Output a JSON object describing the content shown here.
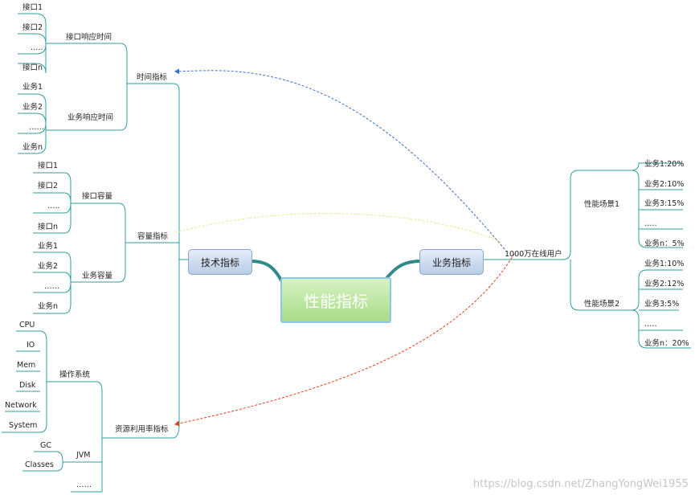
{
  "center": "性能指标",
  "tech": {
    "label": "技术指标",
    "time": {
      "label": "时间指标",
      "api": {
        "label": "接口响应时间",
        "items": [
          "接口1",
          "接口2",
          "…..",
          "接口n"
        ]
      },
      "biz": {
        "label": "业务响应时间",
        "items": [
          "业务1",
          "业务2",
          "……",
          "业务n"
        ]
      }
    },
    "capacity": {
      "label": "容量指标",
      "api": {
        "label": "接口容量",
        "items": [
          "接口1",
          "接口2",
          "…..",
          "接口n"
        ]
      },
      "biz": {
        "label": "业务容量",
        "items": [
          "业务1",
          "业务2",
          "……",
          "业务n"
        ]
      }
    },
    "resource": {
      "label": "资源利用率指标",
      "os": {
        "label": "操作系统",
        "items": [
          "CPU",
          "IO",
          "Mem",
          "Disk",
          "Network",
          "System"
        ]
      },
      "jvm": {
        "label": "JVM",
        "items": [
          "GC",
          "Classes"
        ]
      },
      "more": "……"
    }
  },
  "business": {
    "label": "业务指标",
    "users": "1000万在线用户",
    "scene1": {
      "label": "性能场景1",
      "items": [
        "业务1:20%",
        "业务2:10%",
        "业务3:15%",
        "…..",
        "业务n：5%"
      ]
    },
    "scene2": {
      "label": "性能场景2",
      "items": [
        "业务1:10%",
        "业务2:12%",
        "业务3:5%",
        "…..",
        "业务n：20%"
      ]
    }
  },
  "watermark": "https://blog.csdn.net/ZhangYongWei1955",
  "colors": {
    "line": "#2f9e9e",
    "blue_arrow": "#3d6fd1",
    "yellow_arrow": "#e8e88a",
    "red_arrow": "#e0401c"
  }
}
